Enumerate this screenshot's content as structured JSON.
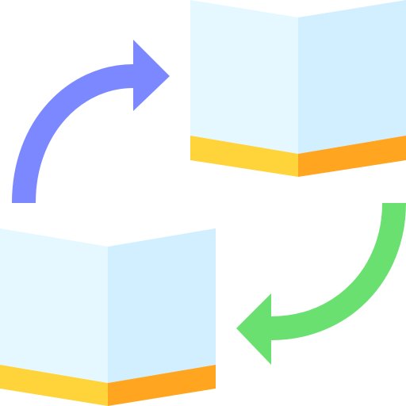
{
  "icon": {
    "name": "exchange-boxes-icon",
    "colors": {
      "box_front_light": "#e6f8ff",
      "box_side_light": "#d2efff",
      "base_yellow": "#ffd43b",
      "base_orange": "#ffa51f",
      "arrow_blue": "#7b88ff",
      "arrow_green": "#69e06f"
    },
    "parts": [
      "box-top-right",
      "box-bottom-left",
      "arrow-blue-curved",
      "arrow-green-curved"
    ]
  }
}
